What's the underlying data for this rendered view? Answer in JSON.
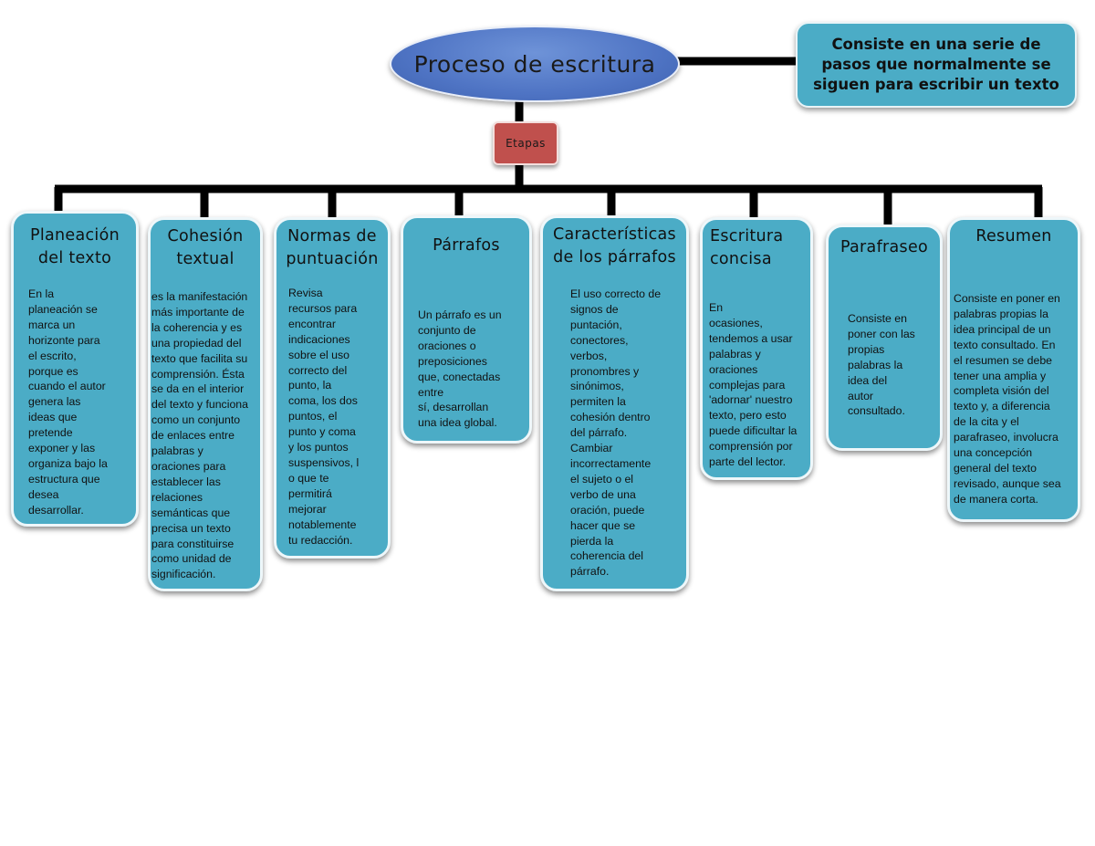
{
  "root": {
    "title": "Proceso de escritura",
    "definition": "Consiste en una serie de pasos que normalmente se siguen para escribir un texto"
  },
  "hub": {
    "label": "Etapas"
  },
  "stages": [
    {
      "title": "Planeación\ndel texto",
      "text": "En la\nplaneación se\nmarca un\nhorizonte para\nel escrito,\nporque es\ncuando el autor\ngenera las\nideas que\npretende\nexponer y las\norganiza bajo la\nestructura que\ndesea\ndesarrollar."
    },
    {
      "title": "Cohesión\ntextual",
      "text": "es la manifestación\nmás importante de\nla coherencia y es\nuna propiedad del\ntexto que facilita su\ncomprensión. Ésta\nse da en el interior\ndel texto y funciona\ncomo un conjunto\nde enlaces entre\npalabras y\noraciones para\nestablecer las\nrelaciones\nsemánticas que\nprecisa un texto\npara constituirse\ncomo unidad de\nsignificación."
    },
    {
      "title": "Normas de\npuntuación",
      "text": "Revisa\nrecursos para\nencontrar\nindicaciones\nsobre el uso\ncorrecto del\npunto, la\ncoma, los dos\npuntos, el\npunto y coma\ny los puntos\nsuspensivos, l\no que te\npermitirá\nmejorar\nnotablemente\ntu redacción."
    },
    {
      "title": "Párrafos",
      "text": "Un párrafo es un\nconjunto de\noraciones o\npreposiciones\nque, conectadas\nentre\nsí, desarrollan\nuna idea global."
    },
    {
      "title": "Características\nde los párrafos",
      "text": "El uso correcto de\nsignos de\npuntación,\nconectores,\nverbos,\npronombres y\nsinónimos,\npermiten la\ncohesión dentro\ndel párrafo.\nCambiar\nincorrectamente\nel sujeto o el\nverbo de una\noración, puede\nhacer que se\npierda la\ncoherencia del\npárrafo."
    },
    {
      "title": "Escritura\nconcisa",
      "text": "En\nocasiones,\ntendemos a usar\npalabras y\noraciones\ncomplejas para\n'adornar' nuestro\ntexto, pero esto\npuede dificultar la\ncomprensión por\nparte del lector."
    },
    {
      "title": "Parafraseo",
      "text": "Consiste en\nponer con las\npropias\npalabras la\nidea del\nautor\nconsultado."
    },
    {
      "title": "Resumen",
      "text": "Consiste en poner en\npalabras propias la\nidea principal de un\ntexto consultado. En\nel resumen se debe\ntener una amplia y\ncompleta visión del\ntexto y, a diferencia\nde la cita y el\nparafraseo, involucra\nuna concepción\ngeneral del texto\nrevisado, aunque sea\nde manera corta."
    }
  ]
}
